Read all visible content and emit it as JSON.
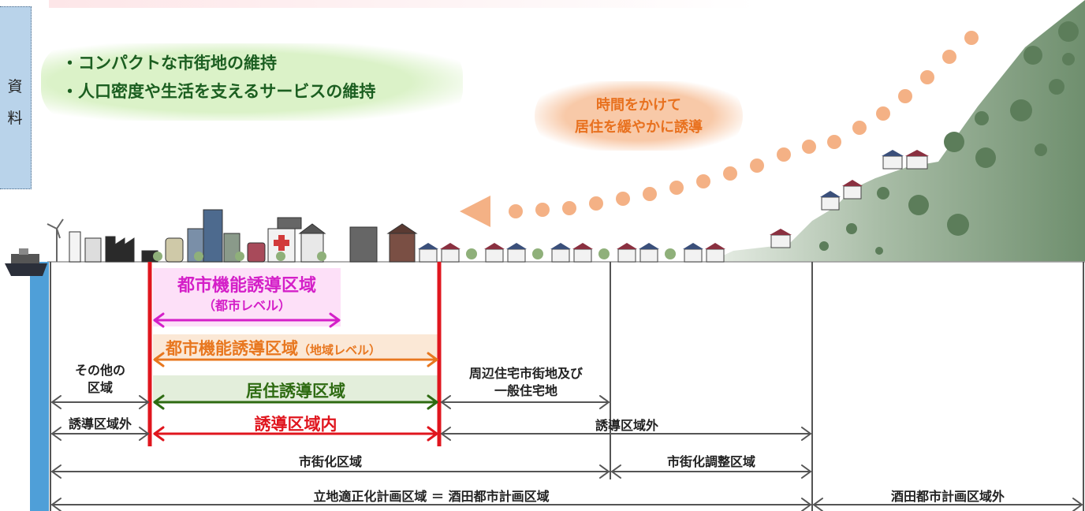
{
  "side_tab": {
    "chars": [
      "資",
      "料"
    ]
  },
  "goals": [
    "・コンパクトな市街地の維持",
    "・人口密度や生活を支えるサービスの維持"
  ],
  "bubble": {
    "line1": "時間をかけて",
    "line2": "居住を緩やかに誘導"
  },
  "zones": {
    "city_level_title": "都市機能誘導区域",
    "city_level_sub": "（都市レベル）",
    "area_level_title": "都市機能誘導区域",
    "area_level_sub": "（地域レベル）",
    "residential": "居住誘導区域",
    "inner": "誘導区域内",
    "other_line1": "その他の",
    "other_line2": "区域",
    "outside_left": "誘導区域外",
    "outside_right": "誘導区域外",
    "suburban_line1": "周辺住宅市街地及び",
    "suburban_line2": "一般住宅地",
    "urbanization": "市街化区域",
    "urbanization_control": "市街化調整区域",
    "plan_area": "立地適正化計画区域 ＝ 酒田都市計画区域",
    "outside_plan": "酒田都市計画区域外"
  },
  "colors": {
    "magenta": "#d41fc8",
    "orange": "#e8771f",
    "green": "#2e6b12",
    "red": "#e0161e",
    "goal_text": "#1b5e20",
    "sea": "#4f9fd8",
    "hill": "#7f9d7e"
  }
}
